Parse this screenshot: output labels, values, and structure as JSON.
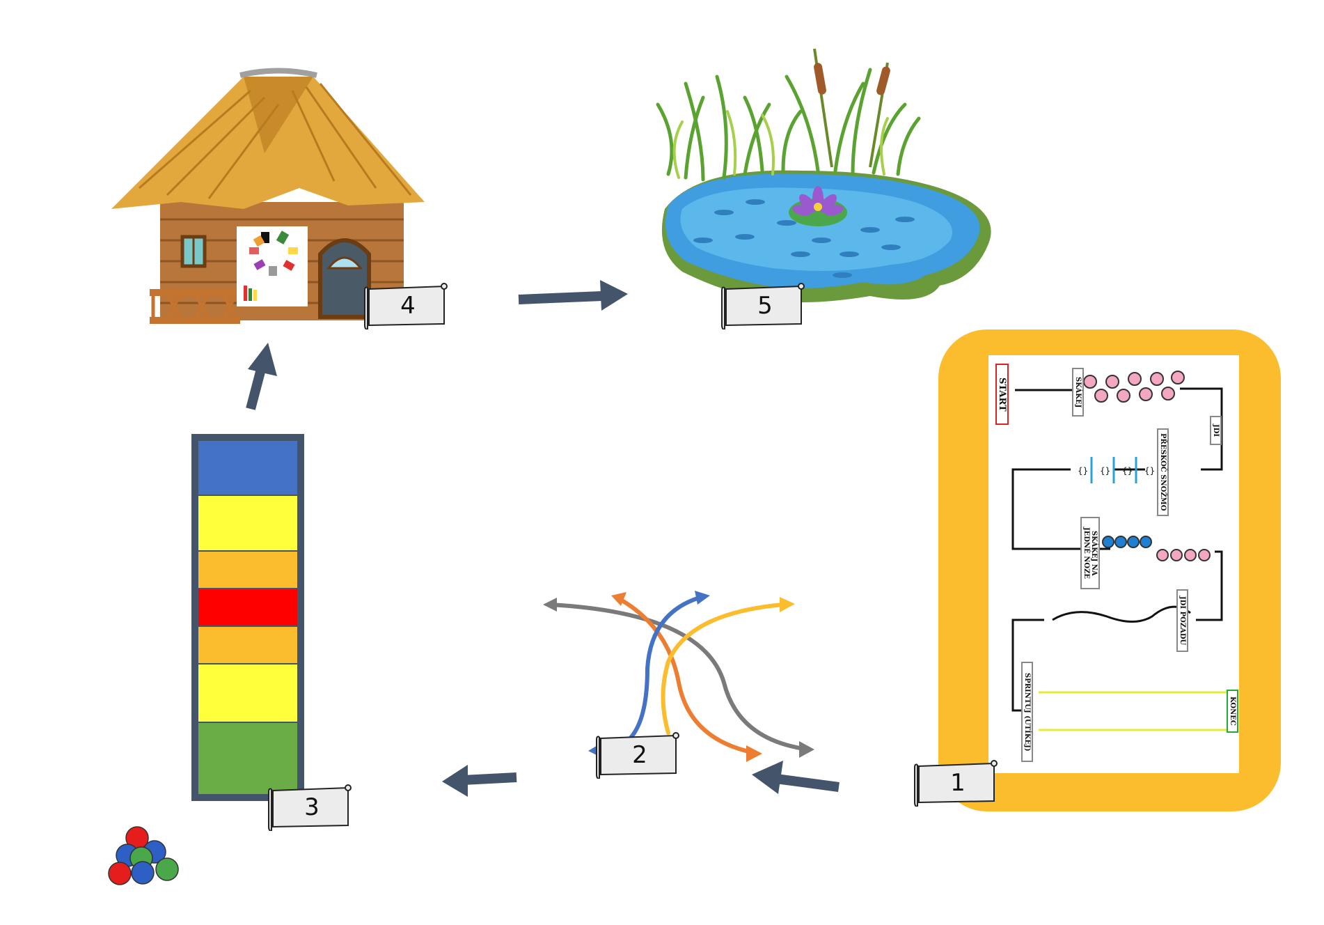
{
  "stations": [
    {
      "id": "1",
      "label": "1"
    },
    {
      "id": "2",
      "label": "2"
    },
    {
      "id": "3",
      "label": "3"
    },
    {
      "id": "4",
      "label": "4"
    },
    {
      "id": "5",
      "label": "5"
    }
  ],
  "course_map": {
    "start": "START",
    "skakej": "SKÁKEJ",
    "jdi": "JDI",
    "preskoc": "PŘESKOČ SNOŽMO",
    "jedna_noha": "SKÁKEJ NA\nJEDNÉ NOZE",
    "jdi_pozadu": "JDI POZADU",
    "sprintuj": "SPRINTUJ (UTÍKEJ)",
    "konec": "KONEC"
  },
  "colors": {
    "arrow": "#44546a",
    "frame": "#fbbd2d",
    "stripes": [
      "#4472c4",
      "#ffff3c",
      "#fbbd2d",
      "#ff0000",
      "#fbbd2d",
      "#ffff3c",
      "#6aad47"
    ],
    "curves": [
      "#7a7a7a",
      "#ed7d31",
      "#4472c4",
      "#fbbd2d"
    ]
  },
  "icons": [
    "hut-icon",
    "pond-icon",
    "balls-icon",
    "color-wheel-icon",
    "obstacle-course-map"
  ]
}
